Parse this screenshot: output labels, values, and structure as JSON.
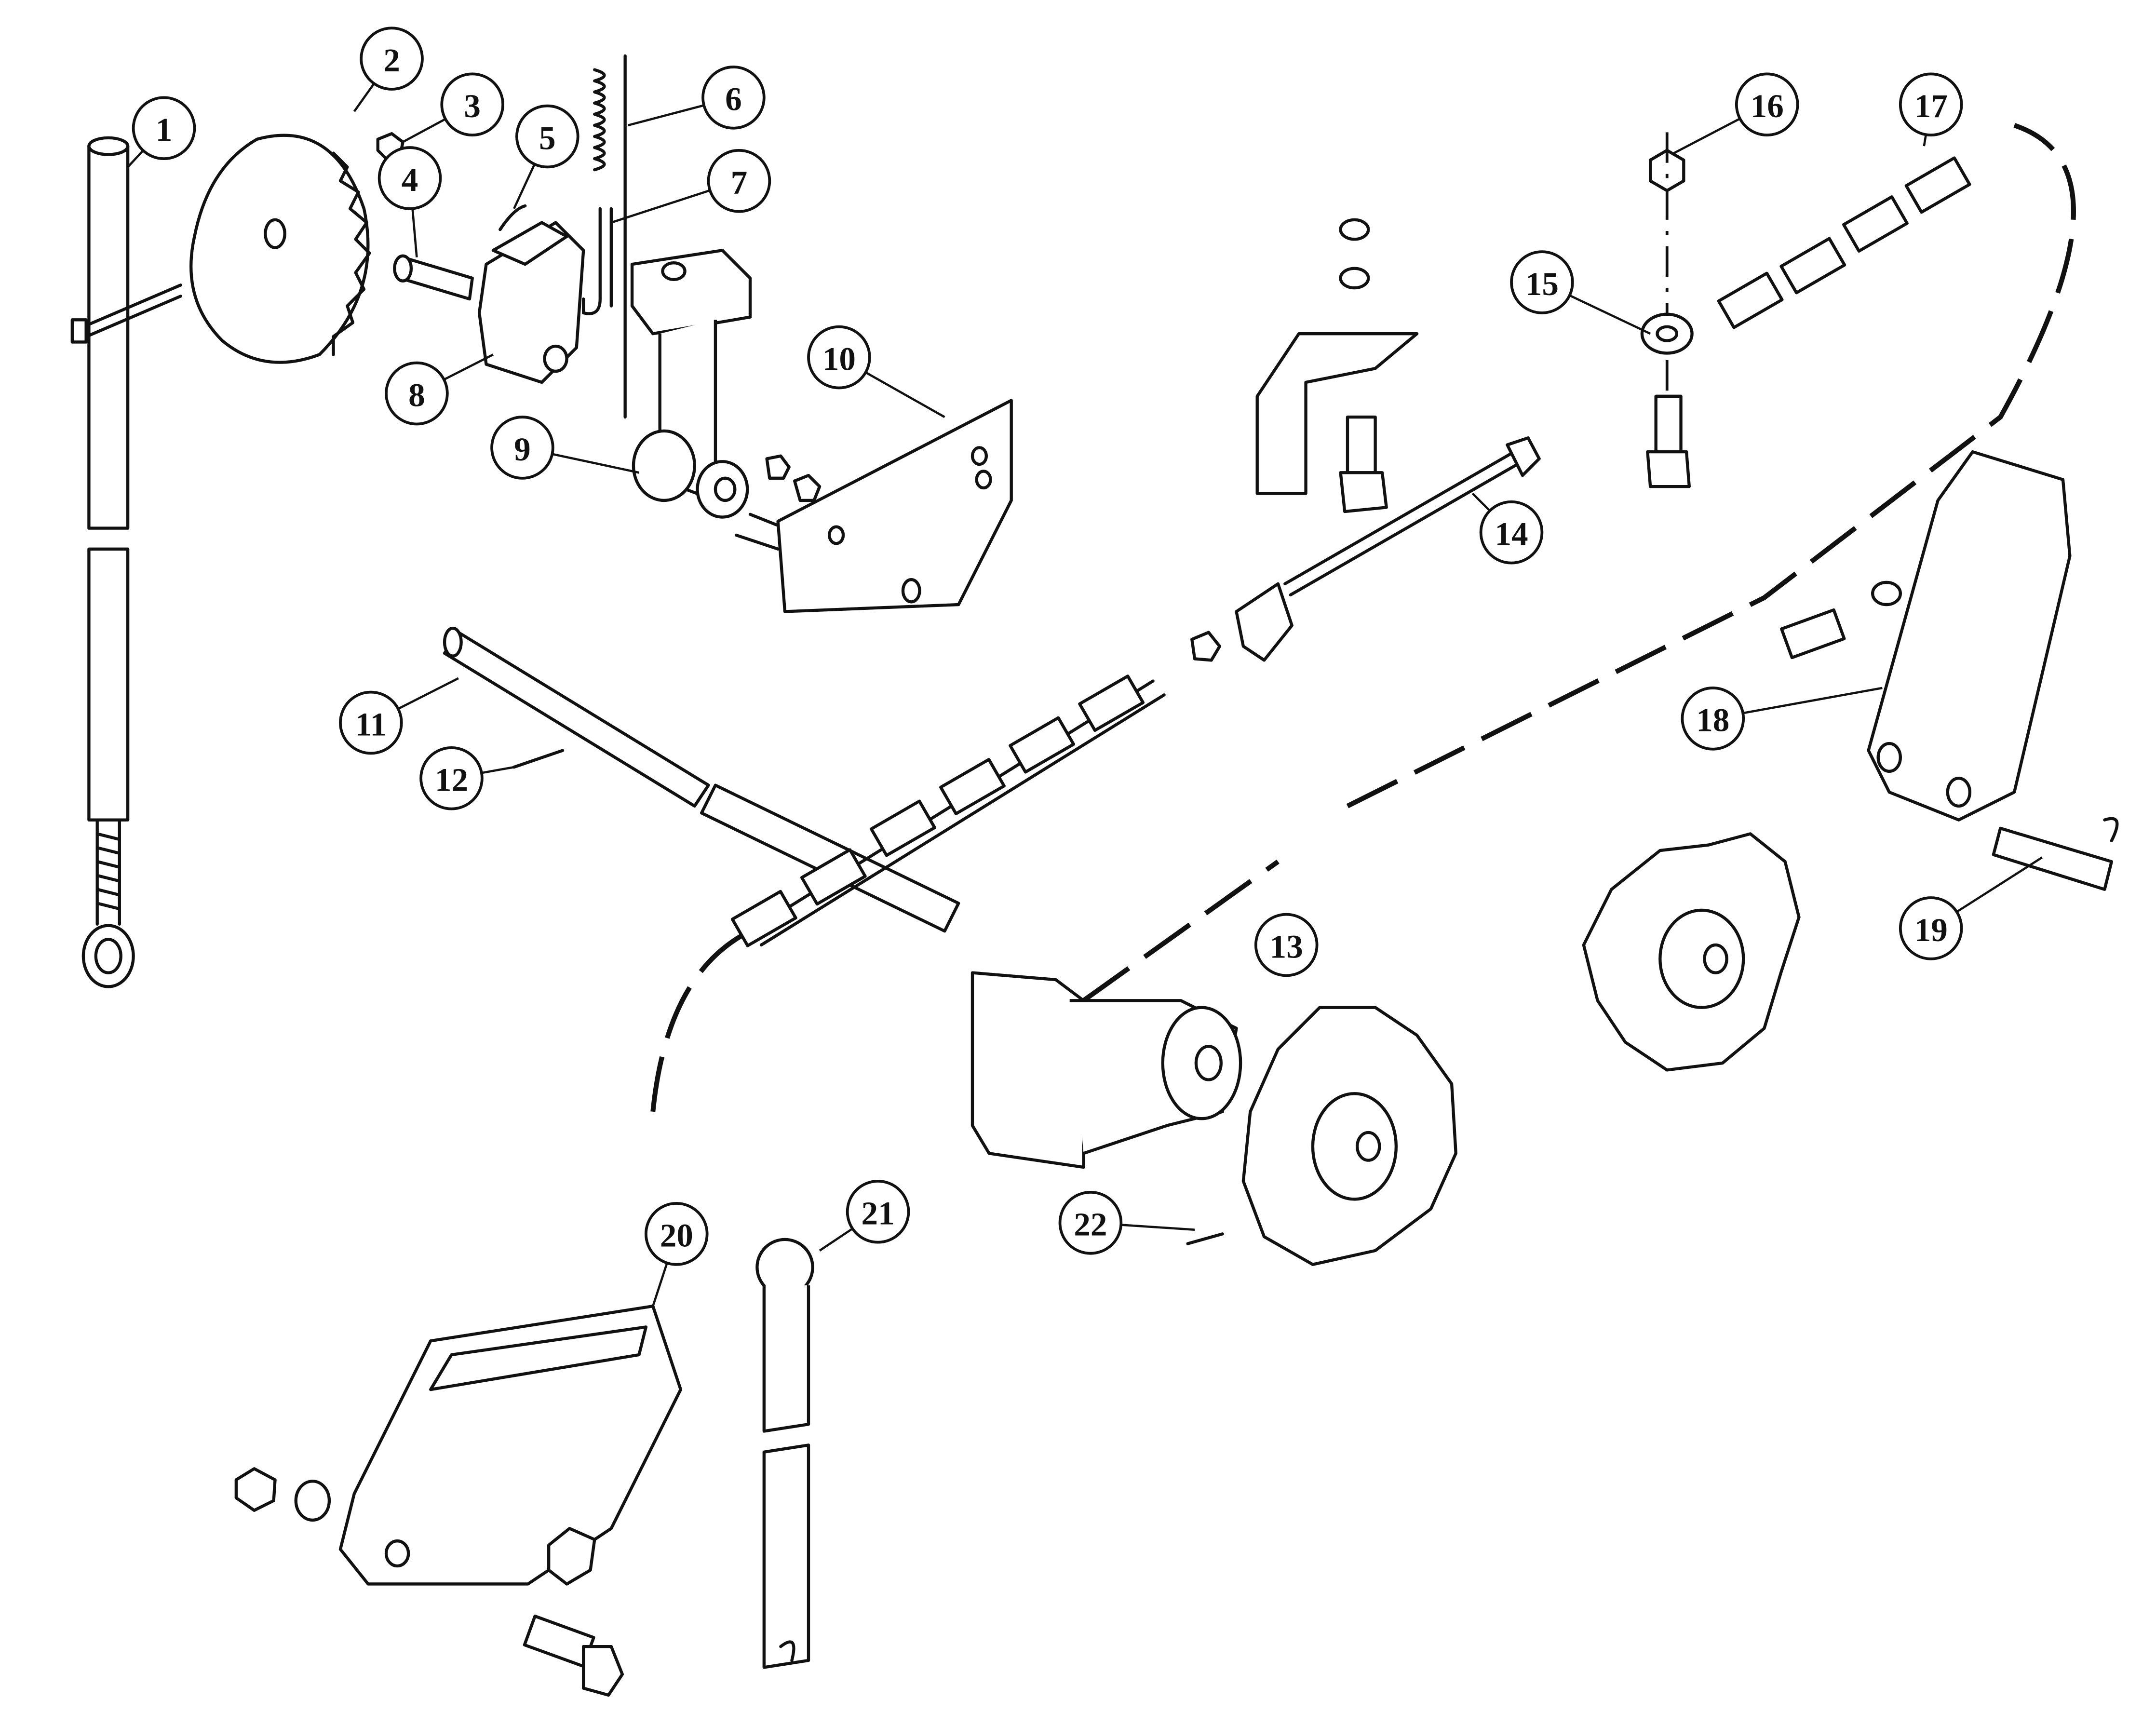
{
  "diagram": {
    "type": "exploded-parts-diagram",
    "callouts": [
      "1",
      "2",
      "3",
      "4",
      "5",
      "6",
      "7",
      "8",
      "9",
      "10",
      "11",
      "12",
      "13",
      "14",
      "15",
      "16",
      "17",
      "18",
      "19",
      "20",
      "21",
      "22"
    ]
  }
}
